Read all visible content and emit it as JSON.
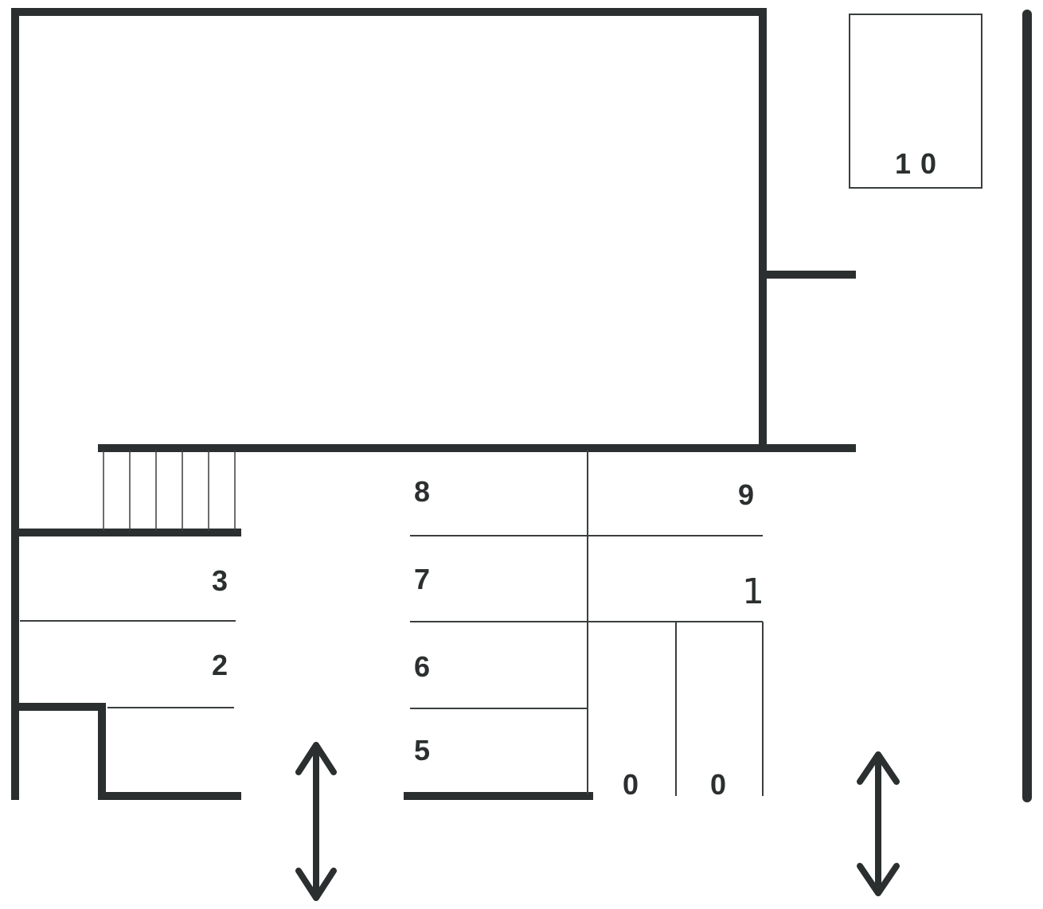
{
  "spaces": {
    "s0a": "0",
    "s0b": "0",
    "s1": "1",
    "s2": "2",
    "s3": "3",
    "s5": "5",
    "s6": "6",
    "s7": "7",
    "s8": "8",
    "s9": "9",
    "s10": "10"
  },
  "icons": {
    "entrance_left": "double-arrow-icon",
    "entrance_right": "double-arrow-icon",
    "stairs": "stairs-icon"
  },
  "colors": {
    "wall": "#2b2f2f",
    "background": "#ffffff"
  }
}
